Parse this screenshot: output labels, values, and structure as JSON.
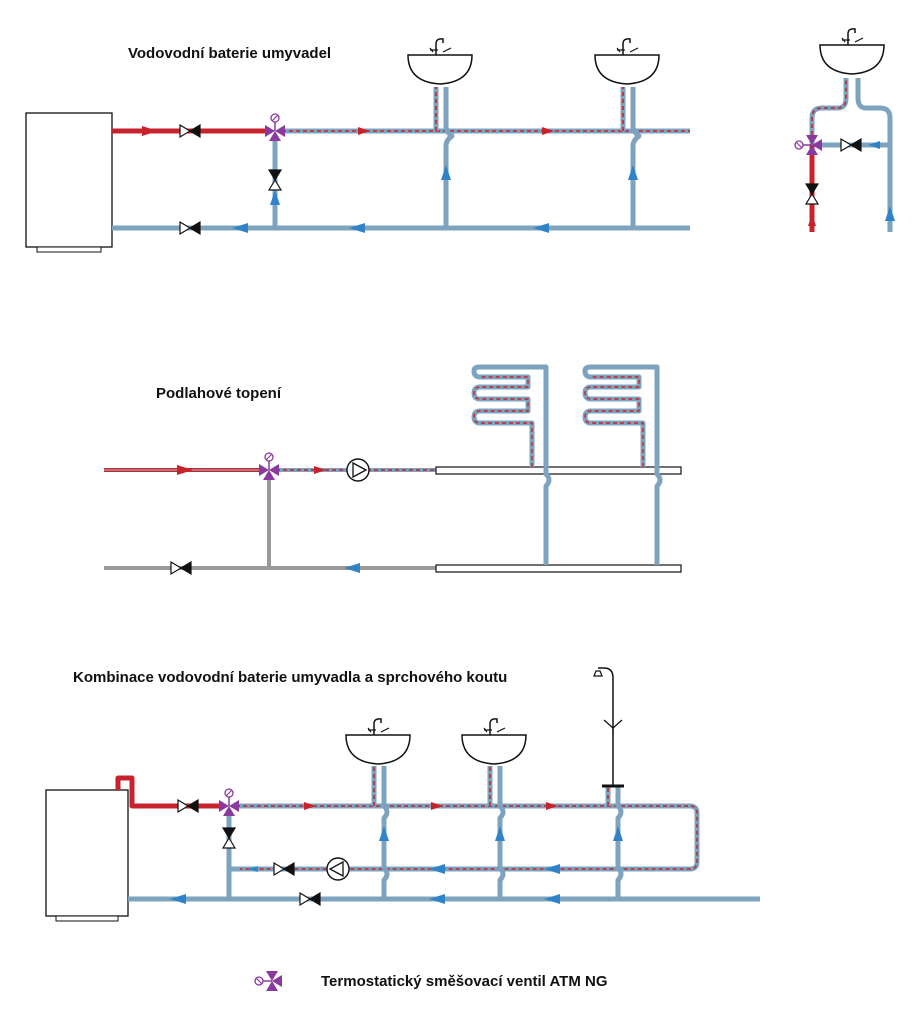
{
  "sections": [
    {
      "title": "Vodovodní baterie umyvadel"
    },
    {
      "title": "Podlahové topení"
    },
    {
      "title": "Kombinace vodovodní baterie umyvadla a sprchového koutu"
    }
  ],
  "legend": {
    "label": "Termostatický směšovací ventil ATM NG",
    "icon": "thermostatic-mixing-valve-icon"
  },
  "colors": {
    "hot": "#c8232c",
    "cold": "#2f83c6",
    "pipe": "#7da3bf",
    "gray": "#9a9a9a",
    "valve": "#8a3a9e"
  }
}
